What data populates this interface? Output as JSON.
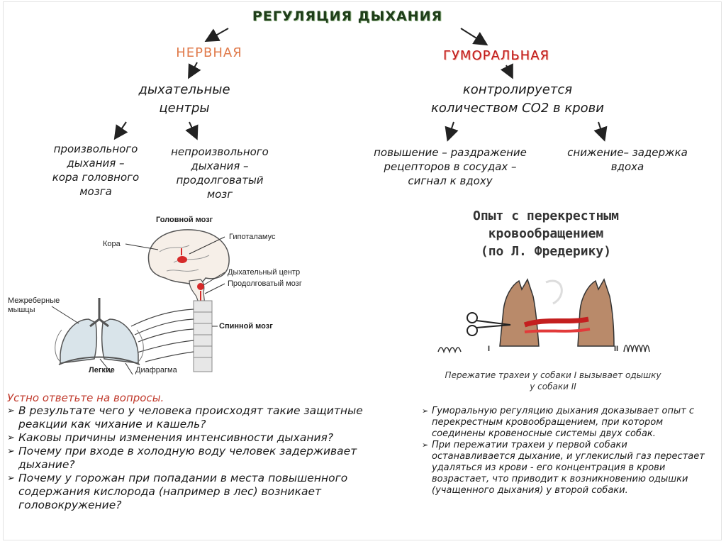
{
  "title": "РЕГУЛЯЦИЯ ДЫХАНИЯ",
  "nervous": {
    "heading": "НЕРВНАЯ",
    "centers": [
      "дыхательные",
      "центры"
    ],
    "voluntary": [
      "произвольного",
      "дыхания –",
      "кора головного",
      "мозга"
    ],
    "involuntary": [
      "непроизвольного",
      "дыхания –",
      "продолговатый",
      "мозг"
    ]
  },
  "humoral": {
    "heading": "ГУМОРАЛЬНАЯ",
    "controlled": [
      "контролируется",
      "количеством СО2 в крови"
    ],
    "increase": [
      "повышение – раздражение",
      "рецепторов в сосудах –",
      "сигнал к вдоху"
    ],
    "decrease": [
      "снижение– задержка",
      "вдоха"
    ]
  },
  "brain_figure": {
    "labels": {
      "brain": "Головной мозг",
      "hypothalamus": "Гипоталамус",
      "cortex": "Кора",
      "resp_center": "Дыхательный центр",
      "medulla": "Продолговатый мозг",
      "intercostal": [
        "Межреберные",
        "мышцы"
      ],
      "spinal": "Спинной мозг",
      "lungs": "Легкие",
      "diaphragm": "Диафрагма"
    }
  },
  "experiment": {
    "title": [
      "Опыт с перекрестным",
      "кровообращением",
      "(по Л. Фредерику)"
    ],
    "marks": [
      "I",
      "II"
    ],
    "caption": [
      "Пережатие трахеи у собаки I вызывает одышку",
      "у собаки II"
    ]
  },
  "questions": {
    "heading": "Устно ответьте на вопросы.",
    "items": [
      "В результате чего у человека происходят такие защитные реакции как чихание и кашель?",
      "Каковы причины изменения интенсивности дыхания?",
      "Почему при входе в холодную воду человек задерживает дыхание?",
      "Почему у горожан при попадании в места повышенного содержания кислорода (например в лес) возникает головокружение?"
    ]
  },
  "notes": {
    "items": [
      "Гуморальную регуляцию дыхания доказывает опыт с перекрестным кровообращением, при котором соединены кровеносные системы двух собак.",
      "При пережатии трахеи у первой собаки останавливается дыхание, и углекислый газ перестает удаляться из крови - его концентрация в крови возрастает, что приводит к возникновению одышки (учащенного дыхания) у второй собаки."
    ]
  },
  "colors": {
    "nervous": "#e07a4a",
    "humoral": "#c01a1a",
    "title": "#1f3d1a",
    "question_head": "#c0392b"
  }
}
